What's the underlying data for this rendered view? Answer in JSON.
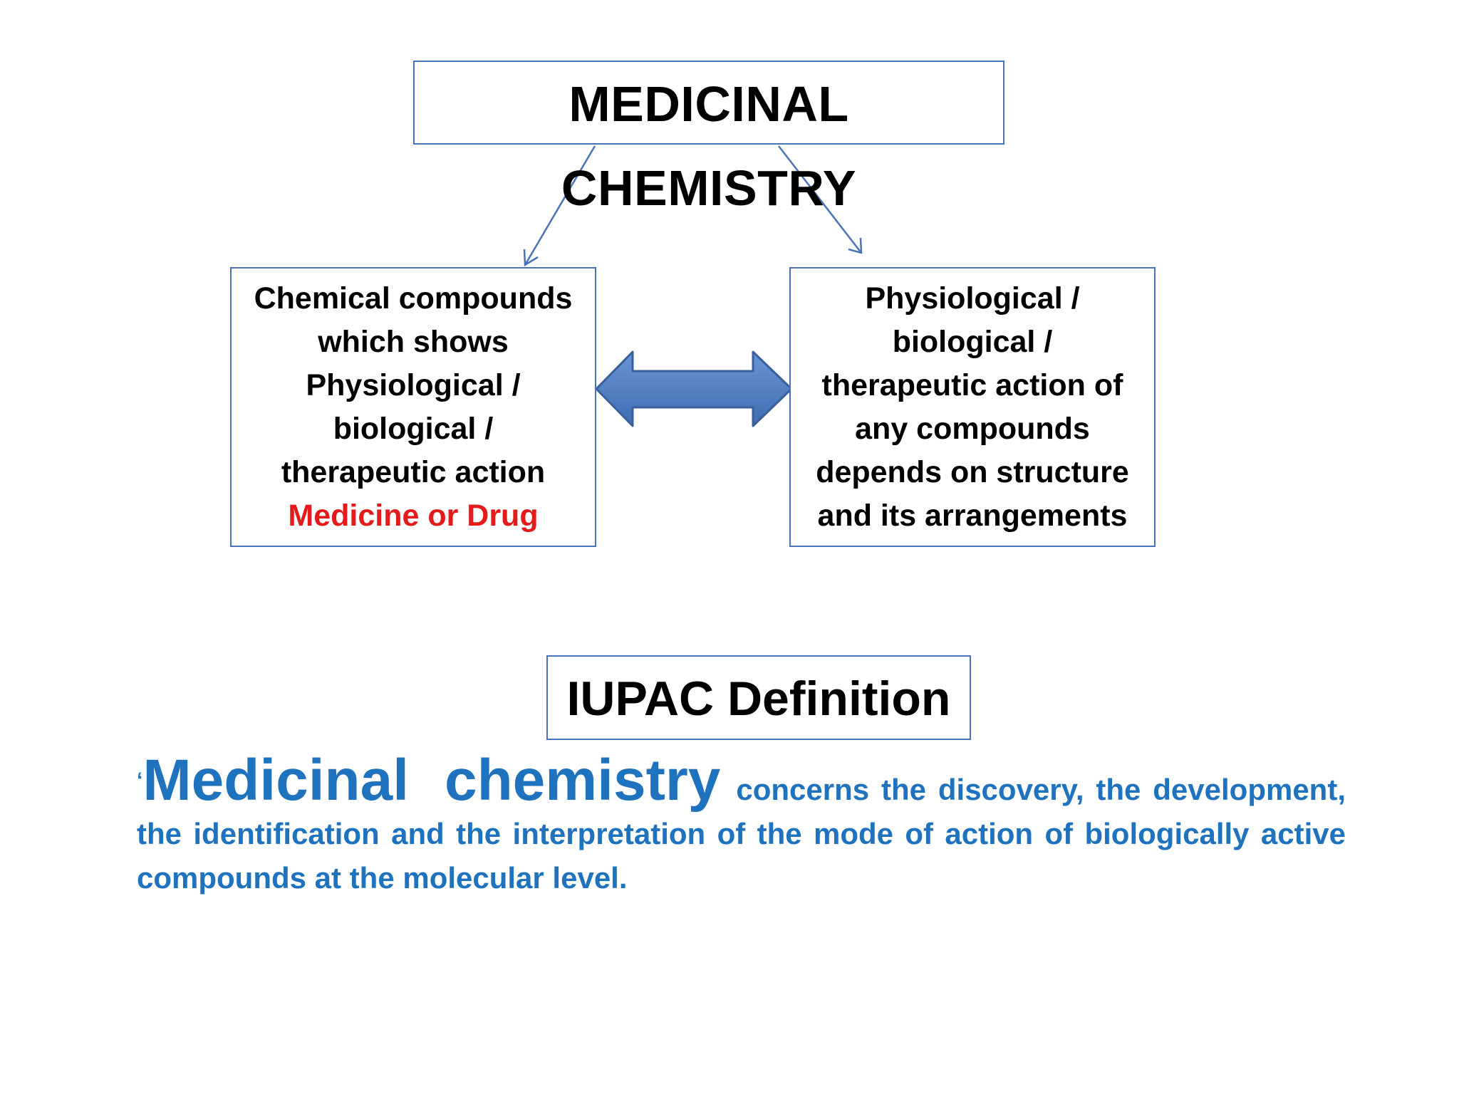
{
  "diagram": {
    "title": "MEDICINAL CHEMISTRY",
    "left_box": {
      "lines": [
        "Chemical compounds",
        "which shows",
        "Physiological /",
        "biological /",
        "therapeutic action"
      ],
      "highlight": "Medicine or Drug"
    },
    "right_box": {
      "lines": [
        "Physiological /",
        "biological /",
        "therapeutic action of",
        "any compounds",
        "depends on structure",
        "and its arrangements"
      ]
    },
    "colors": {
      "box_border": "#4a72b8",
      "arrow_fill": "#4f7fc2",
      "arrow_stroke": "#3a5f9a",
      "highlight_text": "#e31b1b"
    }
  },
  "iupac": {
    "heading": "IUPAC Definition",
    "quote_mark": "‘",
    "lead": "Medicinal chemistry",
    "text": "concerns the discovery, the development, the identification and the interpretation of the mode of action of biologically active compounds at the molecular level.",
    "text_color": "#1f72bd"
  }
}
